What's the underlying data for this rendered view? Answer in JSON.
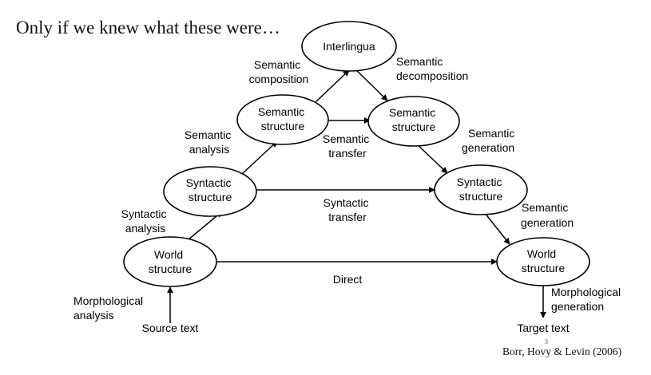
{
  "slide": {
    "heading": "Only if we knew what these were…",
    "citation": "Borr, Hovy & Levin (2006)",
    "page_mark": "3"
  },
  "nodes": {
    "interlingua": [
      "Interlingua"
    ],
    "sem_left": [
      "Semantic",
      "structure"
    ],
    "sem_right": [
      "Semantic",
      "structure"
    ],
    "syn_left": [
      "Syntactic",
      "structure"
    ],
    "syn_right": [
      "Syntactic",
      "structure"
    ],
    "world_left": [
      "World",
      "structure"
    ],
    "world_right": [
      "World",
      "structure"
    ]
  },
  "labels": {
    "semantic_composition": [
      "Semantic",
      "composition"
    ],
    "semantic_decomposition": [
      "Semantic",
      "decomposition"
    ],
    "semantic_analysis": [
      "Semantic",
      "analysis"
    ],
    "semantic_transfer": [
      "Semantic",
      "transfer"
    ],
    "semantic_generation_upper": [
      "Semantic",
      "generation"
    ],
    "syntactic_transfer": [
      "Syntactic",
      "transfer"
    ],
    "syntactic_analysis": [
      "Syntactic",
      "analysis"
    ],
    "semantic_generation_lower": [
      "Semantic",
      "generation"
    ],
    "direct": [
      "Direct"
    ],
    "morphological_analysis": [
      "Morphological",
      "analysis"
    ],
    "morphological_generation": [
      "Morphological",
      "generation"
    ],
    "source_text": [
      "Source text"
    ],
    "target_text": [
      "Target text"
    ]
  },
  "colors": {
    "stroke": "#000000",
    "background": "#ffffff"
  }
}
